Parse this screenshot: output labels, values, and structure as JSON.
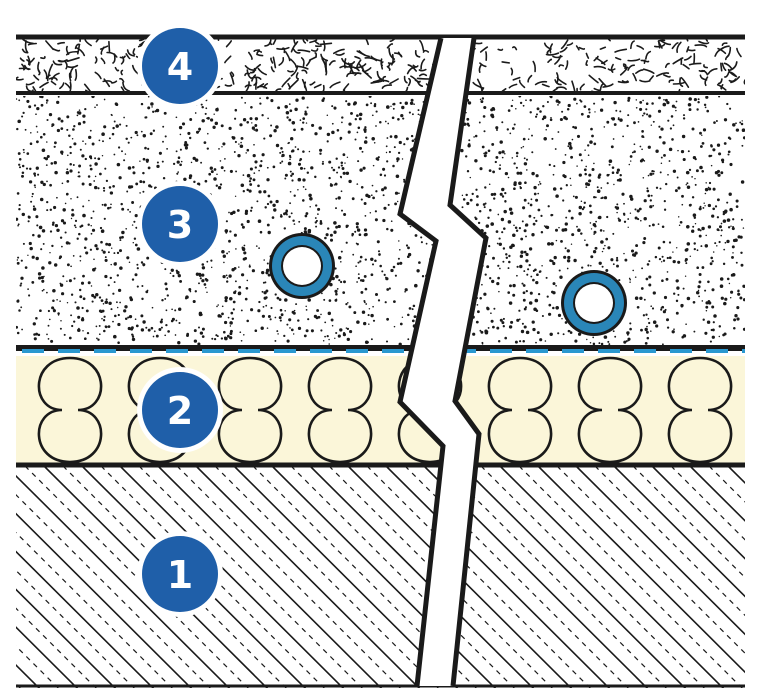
{
  "colors": {
    "line": "#1a1a1a",
    "insulation_fill": "#fbf6d9",
    "badge_fill": "#1f5fa9",
    "badge_ring": "#ffffff",
    "pipe_ring": "#2a86b8",
    "membrane_dash": "#2a98d0",
    "background": "#ffffff"
  },
  "layers": [
    {
      "number": "4",
      "material": "granular-screed-texture"
    },
    {
      "number": "3",
      "material": "speckled-screed-texture"
    },
    {
      "number": "2",
      "material": "insulation-wave-pattern"
    },
    {
      "number": "1",
      "material": "hatched-concrete-base"
    }
  ],
  "icons": {
    "pipe": "pipe-cross-section-icon",
    "membrane": "dashed-membrane-line",
    "break": "break-line-icon"
  }
}
